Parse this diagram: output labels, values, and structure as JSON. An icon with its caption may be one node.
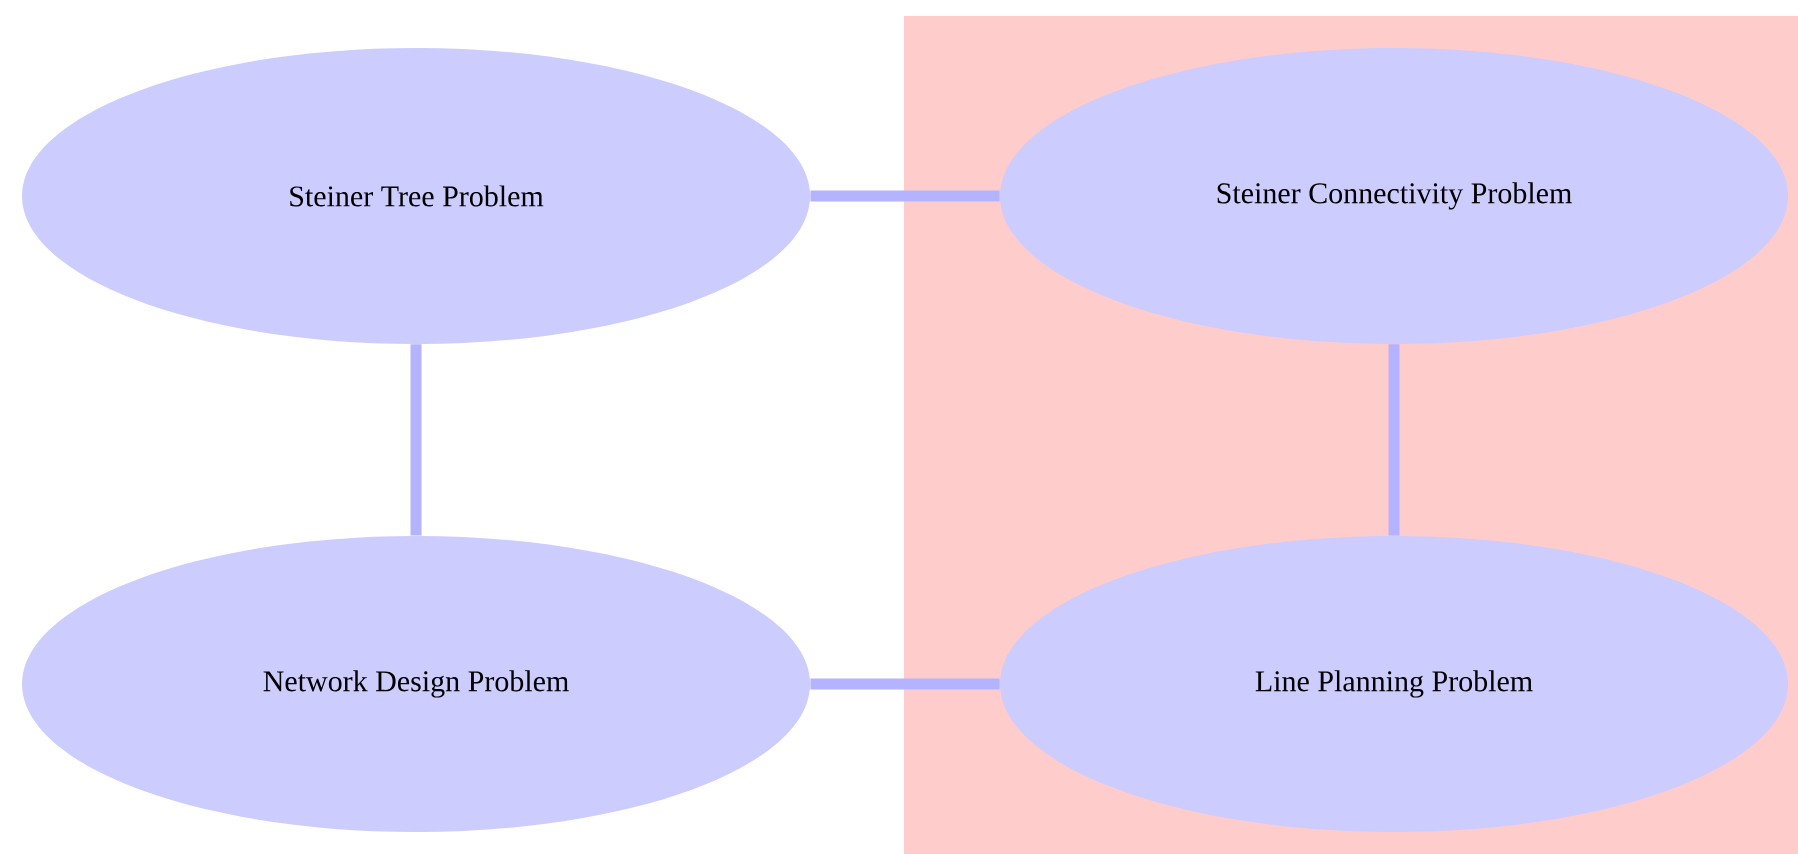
{
  "diagram": {
    "nodes": [
      {
        "text": [],
        "shape": "box"
      },
      {
        "text": [
          "Steiner Tree Problem"
        ]
      },
      {
        "text": [
          "Steiner Connectivity Problem"
        ],
        "in": 0
      },
      {
        "text": [
          "Network Design Problem"
        ]
      },
      {
        "text": [
          "Line Planning Problem"
        ],
        "in": 0
      }
    ],
    "edges": [
      {
        "from": 1,
        "to": 2,
        "arrow": "none"
      },
      {
        "from": 1,
        "to": 3,
        "arrow": "none"
      },
      {
        "from": 2,
        "to": 4,
        "arrow": "none"
      },
      {
        "from": 3,
        "to": 4,
        "arrow": "none"
      }
    ]
  }
}
